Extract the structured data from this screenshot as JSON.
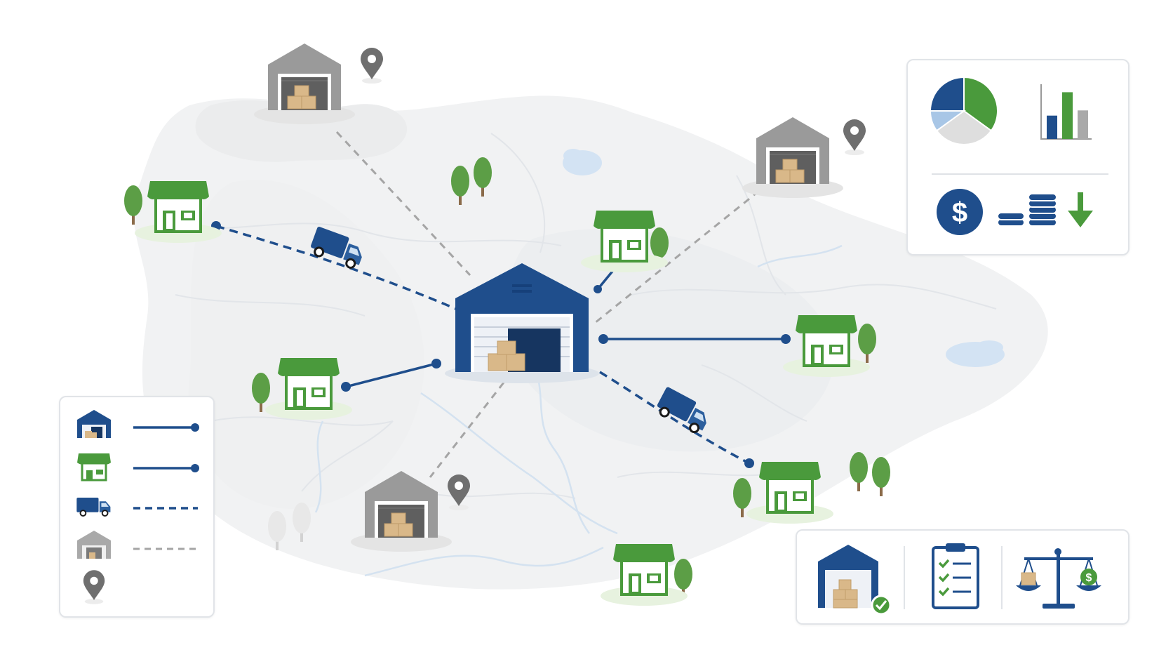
{
  "diagram": {
    "colors": {
      "primary_blue": "#1f4e8c",
      "green": "#4a9a3c",
      "gray_building": "#9a9a9a",
      "dashed_gray": "#a5a5a5",
      "map_base": "#f1f2f3",
      "water": "#cfe1f3",
      "box_tan": "#d9b889"
    },
    "nodes": [
      {
        "name": "central-distribution-center",
        "type": "warehouse",
        "status": "active",
        "icon": "warehouse-icon"
      },
      {
        "name": "candidate-warehouse-north",
        "type": "warehouse",
        "status": "inactive",
        "icon": "warehouse-icon"
      },
      {
        "name": "candidate-warehouse-northeast",
        "type": "warehouse",
        "status": "inactive",
        "icon": "warehouse-icon"
      },
      {
        "name": "candidate-warehouse-south",
        "type": "warehouse",
        "status": "inactive",
        "icon": "warehouse-icon"
      },
      {
        "name": "store-west",
        "type": "store",
        "icon": "store-icon"
      },
      {
        "name": "store-southwest",
        "type": "store",
        "icon": "store-icon"
      },
      {
        "name": "store-north-central",
        "type": "store",
        "icon": "store-icon"
      },
      {
        "name": "store-east",
        "type": "store",
        "icon": "store-icon"
      },
      {
        "name": "store-southeast",
        "type": "store",
        "icon": "store-icon"
      },
      {
        "name": "store-south",
        "type": "store",
        "icon": "store-icon"
      }
    ],
    "legend": [
      {
        "icon": "warehouse-icon",
        "line": "solid-blue"
      },
      {
        "icon": "store-icon",
        "line": "solid-blue"
      },
      {
        "icon": "truck-icon",
        "line": "dashed-blue"
      },
      {
        "icon": "inactive-warehouse-icon",
        "line": "dashed-gray"
      },
      {
        "icon": "location-pin-icon",
        "line": "none"
      }
    ],
    "analytics_panel": {
      "pie_shares": [
        0.35,
        0.3,
        0.1,
        0.25
      ],
      "bar_levels": [
        0.45,
        0.9,
        0.55
      ],
      "icons": [
        "pie-chart-icon",
        "bar-chart-icon",
        "dollar-icon",
        "coin-stack-icon",
        "down-arrow-icon"
      ]
    },
    "evaluation_panel": {
      "icons": [
        "warehouse-check-icon",
        "checklist-icon",
        "balance-scale-icon"
      ]
    }
  }
}
